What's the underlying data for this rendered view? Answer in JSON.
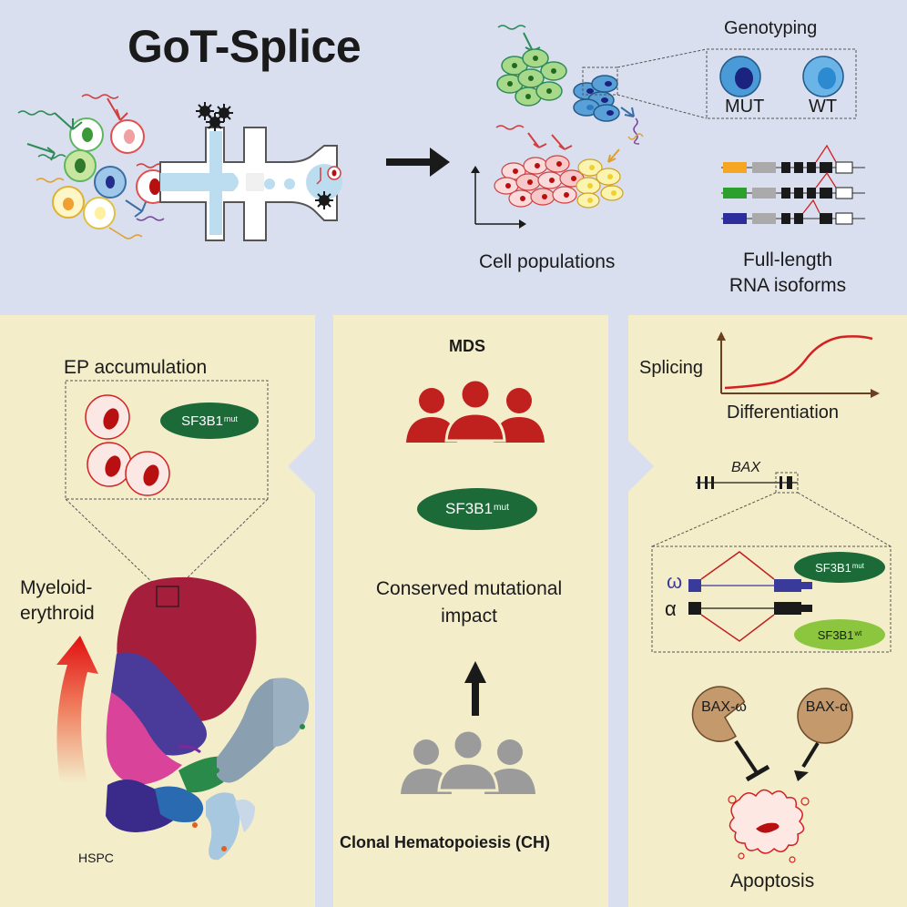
{
  "header": {
    "title": "GoT-Splice",
    "genotyping_label": "Genotyping",
    "mut_label": "MUT",
    "wt_label": "WT",
    "cell_populations_label": "Cell populations",
    "full_length_line1": "Full-length",
    "full_length_line2": "RNA isoforms"
  },
  "left_panel": {
    "ep_label": "EP accumulation",
    "sf3b1_base": "SF3B1",
    "sf3b1_sup": "mut",
    "trajectory_line1": "Myeloid-",
    "trajectory_line2": "erythroid",
    "hspc_label": "HSPC"
  },
  "middle_panel": {
    "mds_label": "MDS",
    "sf3b1_base": "SF3B1",
    "sf3b1_sup": "mut",
    "conserved_line1": "Conserved mutational",
    "conserved_line2": "impact",
    "ch_label": "Clonal Hematopoiesis (CH)"
  },
  "right_panel": {
    "splicing_label": "Splicing",
    "differentiation_label": "Differentiation",
    "bax_gene_label": "BAX",
    "omega_symbol": "ω",
    "alpha_symbol": "α",
    "sf3b1_mut_base": "SF3B1",
    "sf3b1_mut_sup": "mut",
    "sf3b1_wt_base": "SF3B1",
    "sf3b1_wt_sup": "wt",
    "bax_omega_label": "BAX-ω",
    "bax_alpha_label": "BAX-α",
    "apoptosis_label": "Apoptosis"
  },
  "colors": {
    "background_top": "#d9dfef",
    "panel_yellow": "#f3edca",
    "dark_green": "#1b6a38",
    "light_green": "#8cc63f",
    "people_red": "#c0211f",
    "people_grey": "#9b9b9b",
    "bax_protein": "#c49a6c",
    "curve_red": "#d42020"
  }
}
